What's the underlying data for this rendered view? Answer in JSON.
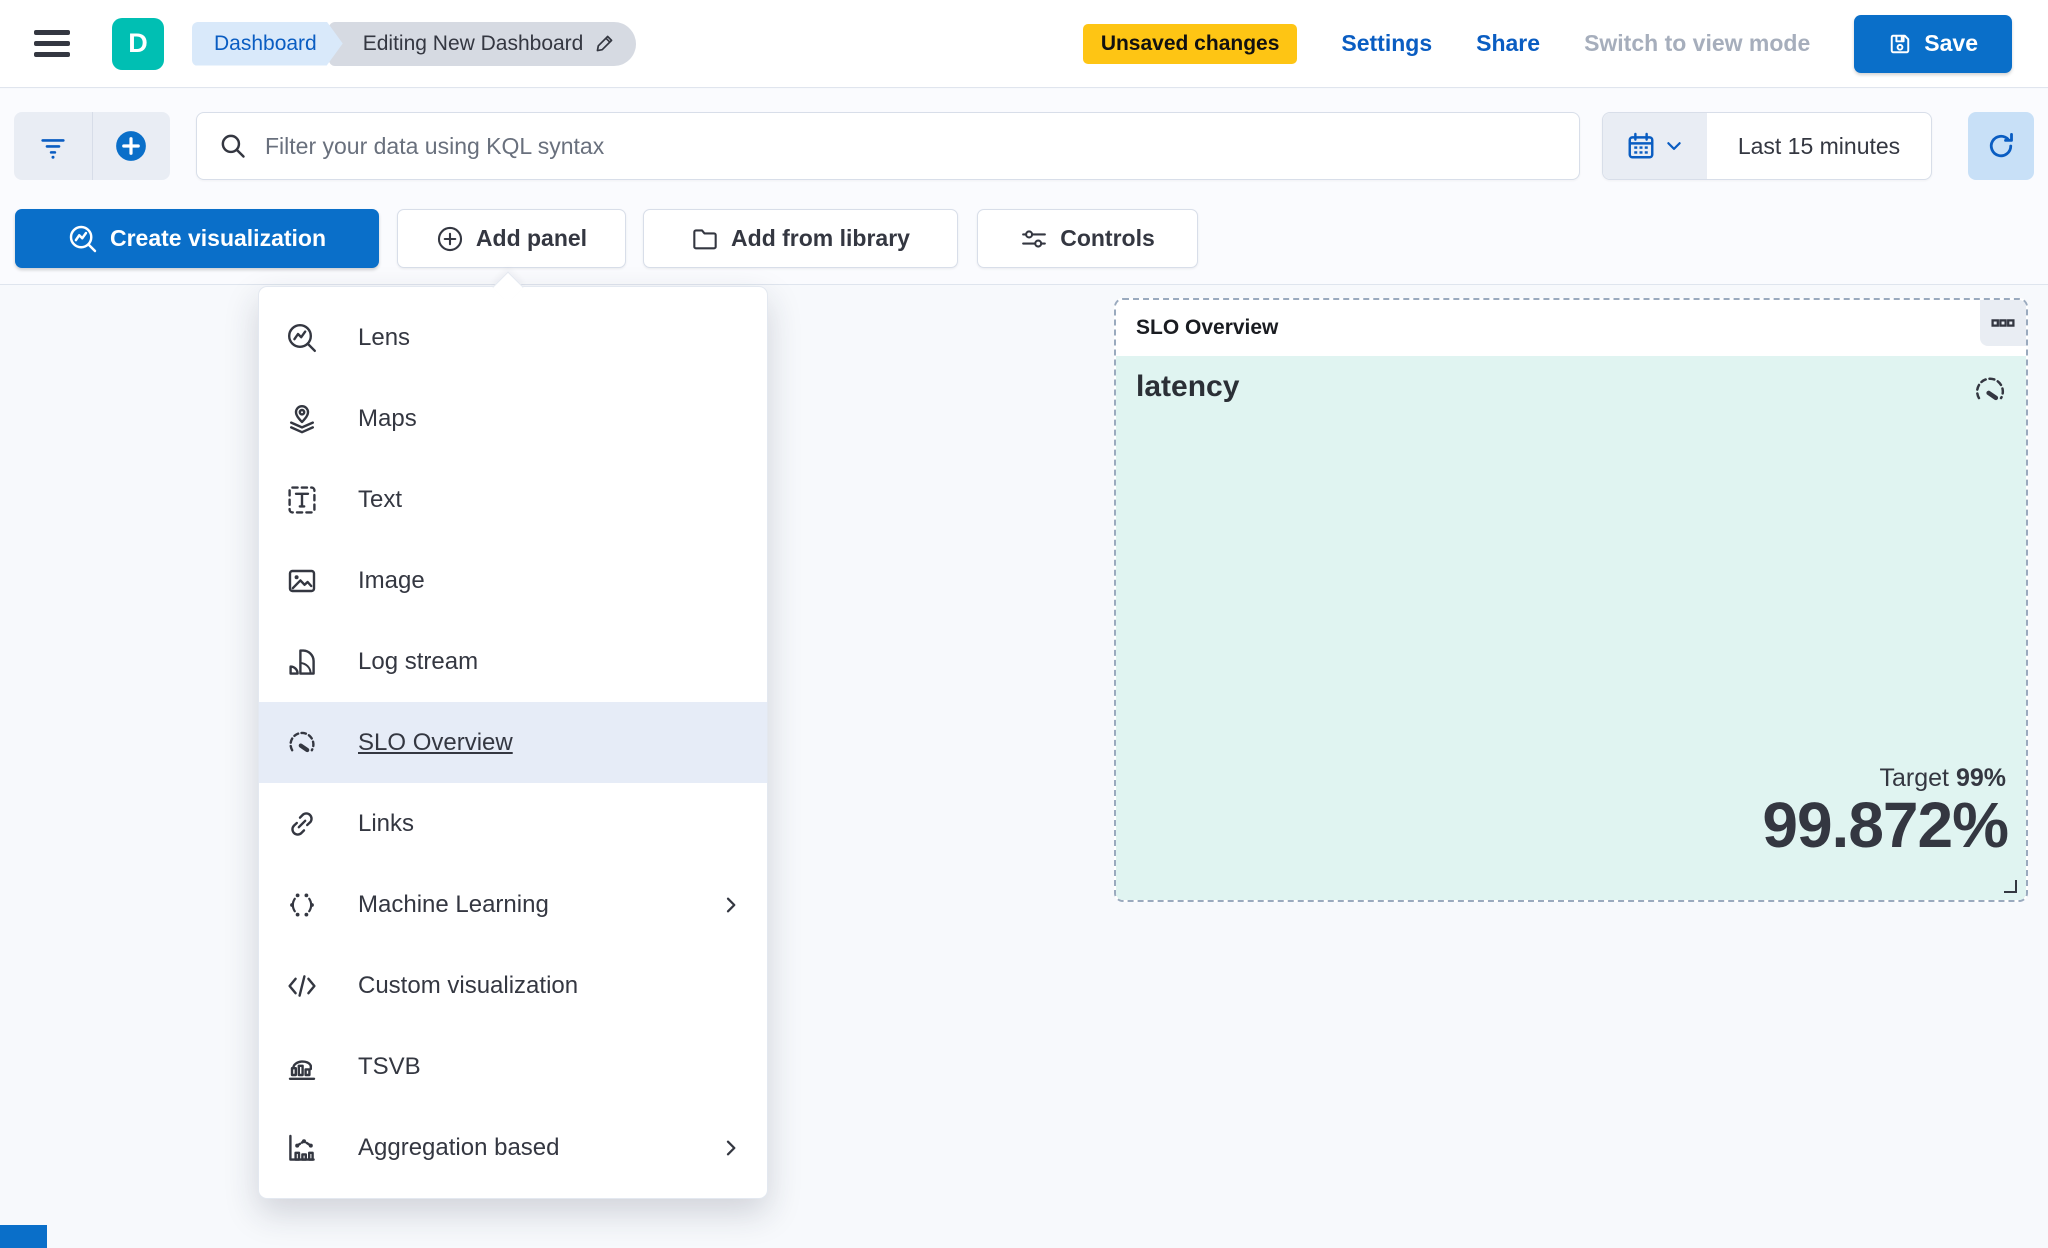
{
  "topbar": {
    "logo_letter": "D",
    "breadcrumbs": {
      "root": "Dashboard",
      "current": "Editing New Dashboard"
    },
    "unsaved_badge": "Unsaved changes",
    "settings_label": "Settings",
    "share_label": "Share",
    "switch_view_label": "Switch to view mode",
    "save_label": "Save"
  },
  "querybar": {
    "search_placeholder": "Filter your data using KQL syntax",
    "time_range": "Last 15 minutes"
  },
  "toolbar": {
    "create_visualization_label": "Create visualization",
    "add_panel_label": "Add panel",
    "add_from_library_label": "Add from library",
    "controls_label": "Controls"
  },
  "add_panel_menu": {
    "items": [
      {
        "label": "Lens",
        "icon": "lens-icon",
        "selected": false,
        "has_submenu": false
      },
      {
        "label": "Maps",
        "icon": "maps-icon",
        "selected": false,
        "has_submenu": false
      },
      {
        "label": "Text",
        "icon": "text-icon",
        "selected": false,
        "has_submenu": false
      },
      {
        "label": "Image",
        "icon": "image-icon",
        "selected": false,
        "has_submenu": false
      },
      {
        "label": "Log stream",
        "icon": "log-stream-icon",
        "selected": false,
        "has_submenu": false
      },
      {
        "label": "SLO Overview",
        "icon": "slo-gauge-icon",
        "selected": true,
        "has_submenu": false
      },
      {
        "label": "Links",
        "icon": "links-icon",
        "selected": false,
        "has_submenu": false
      },
      {
        "label": "Machine Learning",
        "icon": "machine-learning-icon",
        "selected": false,
        "has_submenu": true
      },
      {
        "label": "Custom visualization",
        "icon": "custom-visualization-icon",
        "selected": false,
        "has_submenu": false
      },
      {
        "label": "TSVB",
        "icon": "tsvb-icon",
        "selected": false,
        "has_submenu": false
      },
      {
        "label": "Aggregation based",
        "icon": "aggregation-based-icon",
        "selected": false,
        "has_submenu": true
      }
    ]
  },
  "slo_panel": {
    "header_title": "SLO Overview",
    "metric_title": "latency",
    "target_label": "Target",
    "target_value": "99%",
    "value": "99.872%"
  },
  "colors": {
    "primary_blue": "#0a6fc9",
    "link_blue": "#0a5dc2",
    "accent_teal": "#00bfb3",
    "badge_yellow": "#fec514",
    "panel_teal_bg": "#e0f4f1",
    "menu_highlight": "#e6ecf7"
  }
}
